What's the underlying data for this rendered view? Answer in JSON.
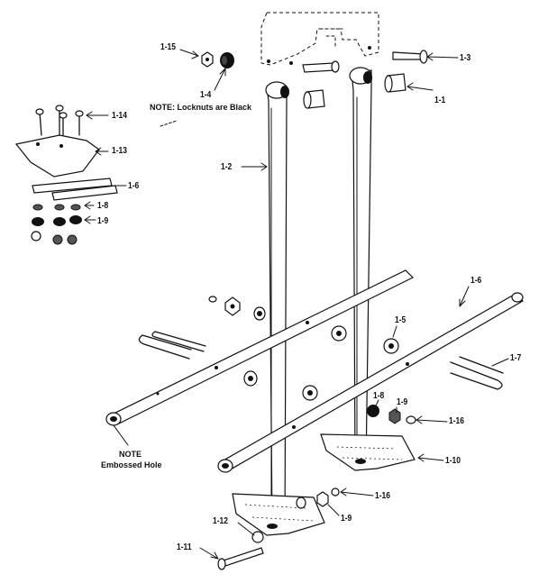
{
  "labels": {
    "l1_15": "1-15",
    "l1_4": "1-4",
    "l1_3": "1-3",
    "l1_1": "1-1",
    "l1_14": "1-14",
    "l1_13": "1-13",
    "l1_6a": "1-6",
    "l1_8a": "1-8",
    "l1_9a": "1-9",
    "l1_2": "1-2",
    "l1_6b": "1-6",
    "l1_5": "1-5",
    "l1_7": "1-7",
    "l1_8b": "1-8",
    "l1_9b": "1-9",
    "l1_16a": "1-16",
    "l1_10": "1-10",
    "l1_16b": "1-16",
    "l1_9c": "1-9",
    "l1_12": "1-12",
    "l1_11": "1-11"
  },
  "notes": {
    "locknuts": "NOTE: Locknuts are Black",
    "embossed_line1": "NOTE",
    "embossed_line2": "Embossed Hole"
  }
}
